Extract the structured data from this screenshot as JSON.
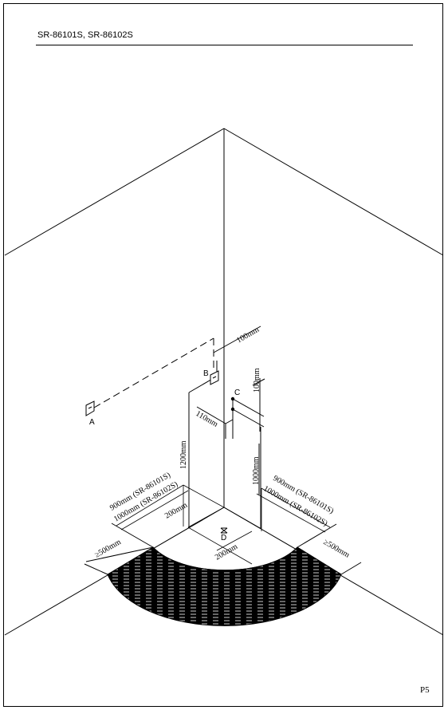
{
  "header": {
    "title": "SR-86101S, SR-86102S"
  },
  "footer": {
    "page": "P5"
  },
  "points": {
    "a": "A",
    "b": "B",
    "c": "C",
    "d": "D"
  },
  "dimensions": {
    "d100_top": "100mm",
    "d100_right": "100mm",
    "d110": "110mm",
    "d1200": "1200mm",
    "d1000": "1000mm",
    "d200_left": "200mm",
    "d200_bottom": "200mm",
    "left_900": "900mm (SR-86101S)",
    "left_1000": "1000mm (SR-86102S)",
    "right_900": "900mm (SR-86101S)",
    "right_1000": "1000mm (SR-86102S)",
    "clear_left": "≥500mm",
    "clear_right": "≥500mm"
  }
}
